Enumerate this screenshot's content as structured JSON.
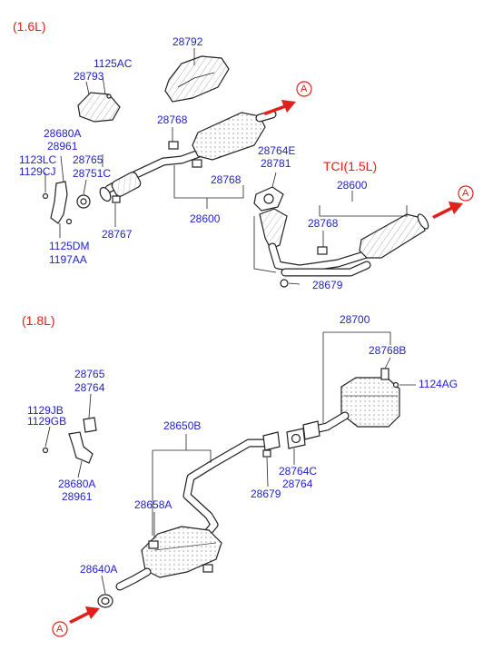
{
  "sections": {
    "s16": "(1.6L)",
    "tci": "TCI(1.5L)",
    "s18": "(1.8L)"
  },
  "arrow_label": "A",
  "parts": {
    "p28792": "28792",
    "p1125AC": "1125AC",
    "p28793": "28793",
    "p28768_a": "28768",
    "p28680A_a": "28680A",
    "p28961_a": "28961",
    "p1123LC": "1123LC",
    "p1129CJ": "1129CJ",
    "p28765_a": "28765",
    "p28751C": "28751C",
    "p28768_b": "28768",
    "p28600_a": "28600",
    "p28767": "28767",
    "p1125DM": "1125DM",
    "p1197AA": "1197AA",
    "p28764E": "28764E",
    "p28781": "28781",
    "p28600_b": "28600",
    "p28768_c": "28768",
    "p28679_a": "28679",
    "p28700": "28700",
    "p28768B": "28768B",
    "p1124AG": "1124AG",
    "p28765_b": "28765",
    "p28764_a": "28764",
    "p1129JB": "1129JB",
    "p1129GB": "1129GB",
    "p28650B": "28650B",
    "p28680A_b": "28680A",
    "p28961_b": "28961",
    "p28764C": "28764C",
    "p28764_b": "28764",
    "p28658A": "28658A",
    "p28679_b": "28679",
    "p28640A": "28640A"
  },
  "colors": {
    "label": "#1f1fc8",
    "section": "#e0201b",
    "arrow": "#e0201b",
    "line": "#222222"
  }
}
